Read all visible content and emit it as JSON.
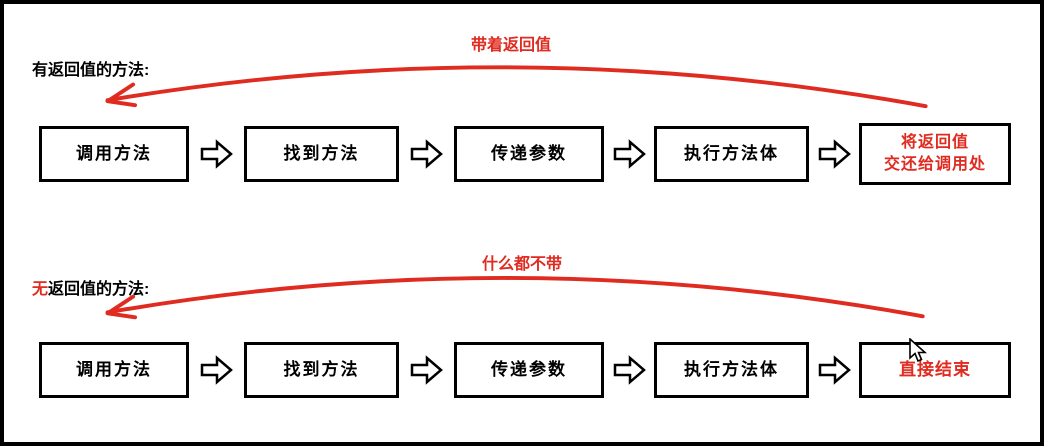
{
  "colors": {
    "accent_red": "#e02b20",
    "stroke_black": "#000000",
    "background": "#ffffff"
  },
  "top": {
    "section_label": "有返回值的方法:",
    "curve_label": "带着返回值",
    "steps": [
      "调用方法",
      "找到方法",
      "传递参数",
      "执行方法体"
    ],
    "final_step_line1": "将返回值",
    "final_step_line2": "交还给调用处"
  },
  "bottom": {
    "section_label_prefix": "无",
    "section_label_rest": "返回值的方法:",
    "curve_label": "什么都不带",
    "steps": [
      "调用方法",
      "找到方法",
      "传递参数",
      "执行方法体"
    ],
    "final_step": "直接结束"
  }
}
